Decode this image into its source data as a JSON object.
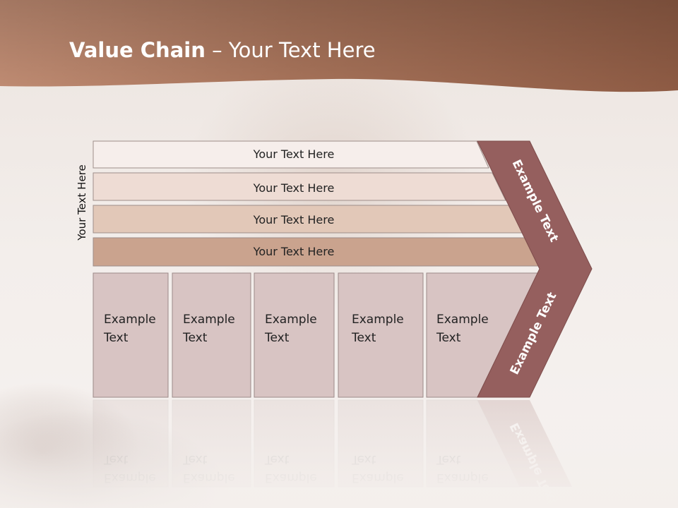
{
  "slide": {
    "title_bold": "Value Chain",
    "title_rest": " – Your Text Here",
    "side_label": "Your Text Here"
  },
  "bars": [
    {
      "label": "Your Text Here",
      "color": "#f6eeeb"
    },
    {
      "label": "Your Text Here",
      "color": "#eedcd4"
    },
    {
      "label": "Your Text Here",
      "color": "#e2c8b8"
    },
    {
      "label": "Your Text Here",
      "color": "#caa38e"
    }
  ],
  "columns": [
    {
      "line1": "Example",
      "line2": "Text"
    },
    {
      "line1": "Example",
      "line2": "Text"
    },
    {
      "line1": "Example",
      "line2": "Text"
    },
    {
      "line1": "Example",
      "line2": "Text"
    },
    {
      "line1": "Example",
      "line2": "Text"
    }
  ],
  "chevron": {
    "top_label": "Example Text",
    "bottom_label": "Example Text",
    "color": "#955f5e"
  },
  "colors": {
    "header_light": "#c79a82",
    "header_dark": "#8b5a42",
    "column_fill": "#d8c4c3",
    "column_stroke": "#9c8a88"
  }
}
